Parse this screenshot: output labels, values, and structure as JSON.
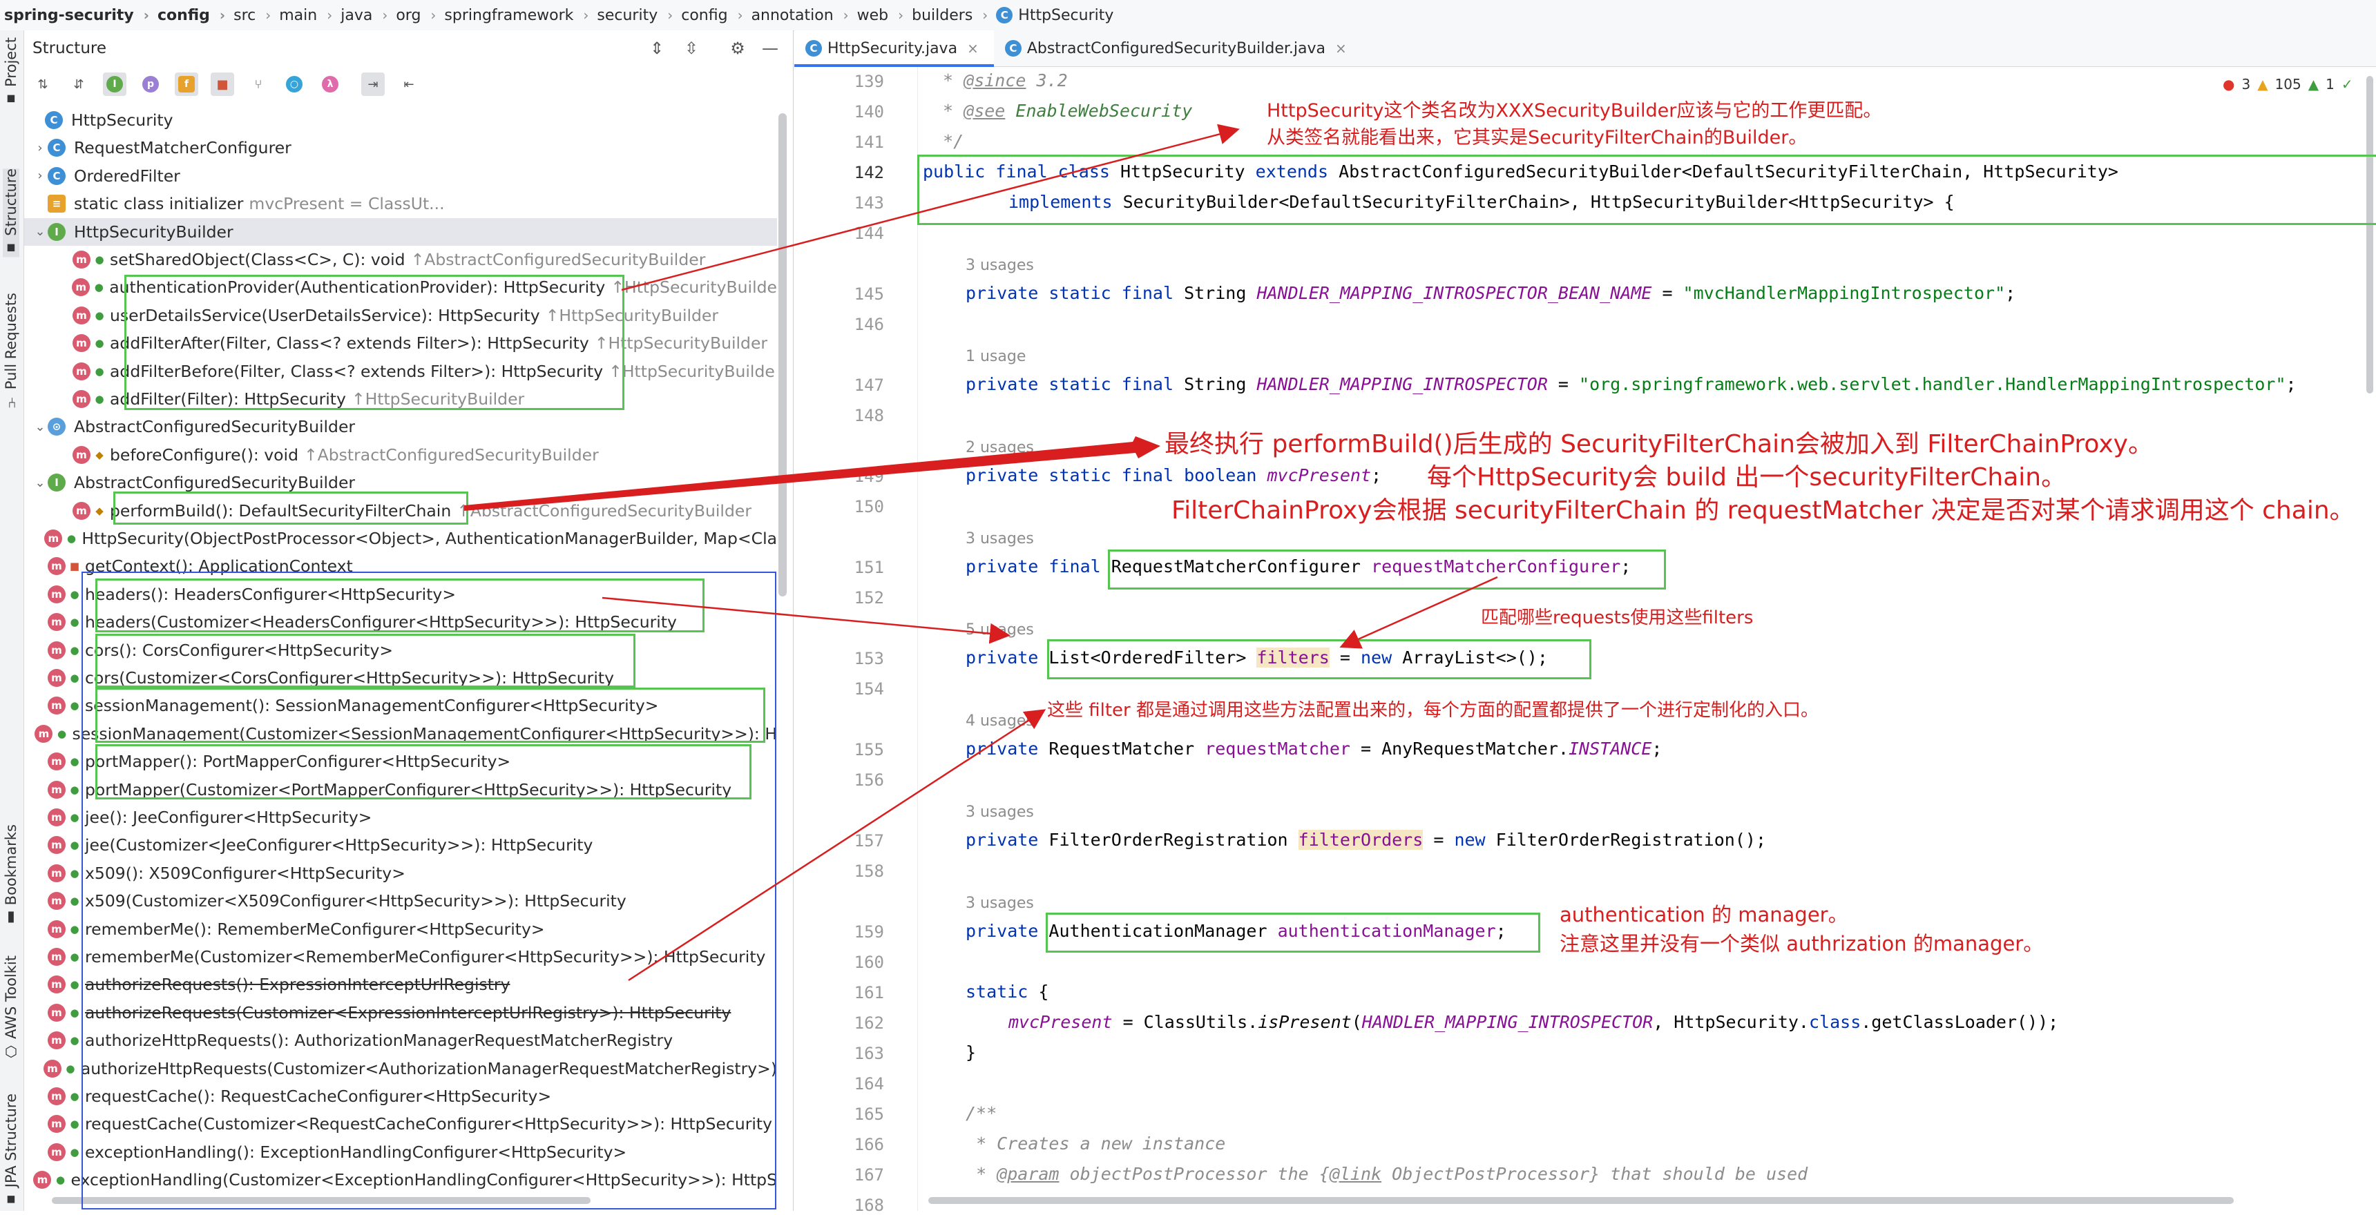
{
  "breadcrumb": [
    "spring-security",
    "config",
    "src",
    "main",
    "java",
    "org",
    "springframework",
    "security",
    "config",
    "annotation",
    "web",
    "builders",
    "HttpSecurity"
  ],
  "tool_windows": {
    "project": "Project",
    "structure": "Structure",
    "pull_requests": "Pull Requests",
    "bookmarks": "Bookmarks",
    "aws_toolkit": "AWS Toolkit",
    "jpa_structure": "JPA Structure"
  },
  "structure": {
    "title": "Structure",
    "toolbar_icons": [
      "sort-alphabetically-icon",
      "sort-by-type-icon",
      "show-fields-icon",
      "show-properties-icon",
      "show-inherited-icon",
      "show-non-public-icon",
      "show-anonymous-icon",
      "show-lambdas-icon",
      "autoscroll-to-source-icon",
      "autoscroll-from-source-icon"
    ],
    "toolbar_letters": {
      "fields": "f",
      "properties": "p",
      "interface": "I",
      "lambda": "λ"
    },
    "tree": [
      {
        "name": "HttpSecurity",
        "kind": "c",
        "level": 0,
        "chev": ""
      },
      {
        "name": "RequestMatcherConfigurer",
        "kind": "c",
        "level": 1,
        "chev": "›"
      },
      {
        "name": "OrderedFilter",
        "kind": "c",
        "level": 1,
        "chev": "›"
      },
      {
        "name": "static class initializer",
        "ret": "",
        "inh": "mvcPresent = ClassUt...",
        "kind": "init",
        "level": 1,
        "chev": ""
      },
      {
        "name": "HttpSecurityBuilder",
        "kind": "i",
        "level": 1,
        "chev": "⌄",
        "selected": true
      },
      {
        "name": "setSharedObject(Class<C>, C): void",
        "inh": "↑AbstractConfiguredSecurityBuilder",
        "kind": "m",
        "level": 2,
        "lock": "g"
      },
      {
        "name": "authenticationProvider(AuthenticationProvider): HttpSecurity",
        "inh": "↑HttpSecurityBuilde",
        "kind": "m",
        "level": 2,
        "lock": "g"
      },
      {
        "name": "userDetailsService(UserDetailsService): HttpSecurity",
        "inh": "↑HttpSecurityBuilder",
        "kind": "m",
        "level": 2,
        "lock": "g"
      },
      {
        "name": "addFilterAfter(Filter, Class<? extends Filter>): HttpSecurity",
        "inh": "↑HttpSecurityBuilder",
        "kind": "m",
        "level": 2,
        "lock": "g"
      },
      {
        "name": "addFilterBefore(Filter, Class<? extends Filter>): HttpSecurity",
        "inh": "↑HttpSecurityBuilde",
        "kind": "m",
        "level": 2,
        "lock": "g"
      },
      {
        "name": "addFilter(Filter): HttpSecurity",
        "inh": "↑HttpSecurityBuilder",
        "kind": "m",
        "level": 2,
        "lock": "g"
      },
      {
        "name": "AbstractConfiguredSecurityBuilder",
        "kind": "ab",
        "level": 1,
        "chev": "⌄"
      },
      {
        "name": "beforeConfigure(): void",
        "inh": "↑AbstractConfiguredSecurityBuilder",
        "kind": "m",
        "level": 2,
        "lock": "o"
      },
      {
        "name": "AbstractConfiguredSecurityBuilder",
        "kind": "i",
        "level": 1,
        "chev": "⌄"
      },
      {
        "name": "performBuild(): DefaultSecurityFilterChain",
        "inh": "↑AbstractConfiguredSecurityBuilder",
        "kind": "m",
        "level": 2,
        "lock": "o"
      },
      {
        "name": "HttpSecurity(ObjectPostProcessor<Object>, AuthenticationManagerBuilder, Map<Cla",
        "kind": "m",
        "level": 1,
        "lock": "g"
      },
      {
        "name": "getContext(): ApplicationContext",
        "kind": "m",
        "level": 1,
        "lock": "r"
      },
      {
        "name": "headers(): HeadersConfigurer<HttpSecurity>",
        "kind": "m",
        "level": 1,
        "lock": "g"
      },
      {
        "name": "headers(Customizer<HeadersConfigurer<HttpSecurity>>): HttpSecurity",
        "kind": "m",
        "level": 1,
        "lock": "g"
      },
      {
        "name": "cors(): CorsConfigurer<HttpSecurity>",
        "kind": "m",
        "level": 1,
        "lock": "g"
      },
      {
        "name": "cors(Customizer<CorsConfigurer<HttpSecurity>>): HttpSecurity",
        "kind": "m",
        "level": 1,
        "lock": "g"
      },
      {
        "name": "sessionManagement(): SessionManagementConfigurer<HttpSecurity>",
        "kind": "m",
        "level": 1,
        "lock": "g"
      },
      {
        "name": "sessionManagement(Customizer<SessionManagementConfigurer<HttpSecurity>>): H",
        "kind": "m",
        "level": 1,
        "lock": "g"
      },
      {
        "name": "portMapper(): PortMapperConfigurer<HttpSecurity>",
        "kind": "m",
        "level": 1,
        "lock": "g"
      },
      {
        "name": "portMapper(Customizer<PortMapperConfigurer<HttpSecurity>>): HttpSecurity",
        "kind": "m",
        "level": 1,
        "lock": "g"
      },
      {
        "name": "jee(): JeeConfigurer<HttpSecurity>",
        "kind": "m",
        "level": 1,
        "lock": "g"
      },
      {
        "name": "jee(Customizer<JeeConfigurer<HttpSecurity>>): HttpSecurity",
        "kind": "m",
        "level": 1,
        "lock": "g"
      },
      {
        "name": "x509(): X509Configurer<HttpSecurity>",
        "kind": "m",
        "level": 1,
        "lock": "g"
      },
      {
        "name": "x509(Customizer<X509Configurer<HttpSecurity>>): HttpSecurity",
        "kind": "m",
        "level": 1,
        "lock": "g"
      },
      {
        "name": "rememberMe(): RememberMeConfigurer<HttpSecurity>",
        "kind": "m",
        "level": 1,
        "lock": "g"
      },
      {
        "name": "rememberMe(Customizer<RememberMeConfigurer<HttpSecurity>>): HttpSecurity",
        "kind": "m",
        "level": 1,
        "lock": "g"
      },
      {
        "name": "authorizeRequests(): ExpressionInterceptUrlRegistry",
        "kind": "m",
        "level": 1,
        "lock": "g",
        "strike": true
      },
      {
        "name": "authorizeRequests(Customizer<ExpressionInterceptUrlRegistry>): HttpSecurity",
        "kind": "m",
        "level": 1,
        "lock": "g",
        "strike": true
      },
      {
        "name": "authorizeHttpRequests(): AuthorizationManagerRequestMatcherRegistry",
        "kind": "m",
        "level": 1,
        "lock": "g"
      },
      {
        "name": "authorizeHttpRequests(Customizer<AuthorizationManagerRequestMatcherRegistry>)",
        "kind": "m",
        "level": 1,
        "lock": "g"
      },
      {
        "name": "requestCache(): RequestCacheConfigurer<HttpSecurity>",
        "kind": "m",
        "level": 1,
        "lock": "g"
      },
      {
        "name": "requestCache(Customizer<RequestCacheConfigurer<HttpSecurity>>): HttpSecurity",
        "kind": "m",
        "level": 1,
        "lock": "g"
      },
      {
        "name": "exceptionHandling(): ExceptionHandlingConfigurer<HttpSecurity>",
        "kind": "m",
        "level": 1,
        "lock": "g"
      },
      {
        "name": "exceptionHandling(Customizer<ExceptionHandlingConfigurer<HttpSecurity>>): HttpS",
        "kind": "m",
        "level": 1,
        "lock": "g"
      }
    ]
  },
  "editor": {
    "tabs": [
      {
        "label": "HttpSecurity.java",
        "active": true
      },
      {
        "label": "AbstractConfiguredSecurityBuilder.java",
        "active": false
      }
    ],
    "inspections": {
      "errors": "3",
      "warnings": "105",
      "ok": "1"
    },
    "usages": {
      "u3": "3 usages",
      "u1": "1 usage",
      "u2": "2 usages",
      "u5": "5 usages",
      "u4": "4 usages"
    },
    "line_numbers": [
      "139",
      "140",
      "141",
      "142",
      "143",
      "144",
      "145",
      "146",
      "147",
      "148",
      "149",
      "150",
      "151",
      "152",
      "153",
      "154",
      "155",
      "156",
      "157",
      "158",
      "159",
      "160",
      "161",
      "162",
      "163",
      "164",
      "165",
      "166",
      "167",
      "168"
    ],
    "code": {
      "l139_tag": "@since",
      "l139_rest": " 3.2",
      "l140_tag": "@see",
      "l140_ref": " EnableWebSecurity",
      "l141": "*/",
      "l142_a": "public final class ",
      "l142_b": "HttpSecurity",
      "l142_c": " extends ",
      "l142_d": "AbstractConfiguredSecurityBuilder<DefaultSecurityFilterChain, HttpSecurity>",
      "l143_a": "implements ",
      "l143_b": "SecurityBuilder<DefaultSecurityFilterChain>, HttpSecurityBuilder<HttpSecurity> {",
      "l145_a": "private static final ",
      "l145_b": "String ",
      "l145_c": "HANDLER_MAPPING_INTROSPECTOR_BEAN_NAME",
      "l145_d": " = ",
      "l145_e": "\"mvcHandlerMappingIntrospector\"",
      "l145_f": ";",
      "l147_a": "private static final ",
      "l147_b": "String ",
      "l147_c": "HANDLER_MAPPING_INTROSPECTOR",
      "l147_d": " = ",
      "l147_e": "\"org.springframework.web.servlet.handler.HandlerMappingIntrospector\"",
      "l147_f": ";",
      "l149_a": "private static final boolean ",
      "l149_b": "mvcPresent",
      "l149_c": ";",
      "l151_a": "private final ",
      "l151_b": "RequestMatcherConfigurer ",
      "l151_c": "requestMatcherConfigurer",
      "l151_d": ";",
      "l153_a": "private ",
      "l153_b": "List<OrderedFilter> ",
      "l153_c": "filters",
      "l153_d": " = ",
      "l153_e": "new ",
      "l153_f": "ArrayList<>();",
      "l155_a": "private ",
      "l155_b": "RequestMatcher ",
      "l155_c": "requestMatcher",
      "l155_d": " = AnyRequestMatcher.",
      "l155_e": "INSTANCE",
      "l155_f": ";",
      "l157_a": "private ",
      "l157_b": "FilterOrderRegistration ",
      "l157_c": "filterOrders",
      "l157_d": " = ",
      "l157_e": "new ",
      "l157_f": "FilterOrderRegistration();",
      "l159_a": "private ",
      "l159_b": "AuthenticationManager ",
      "l159_c": "authenticationManager",
      "l159_d": ";",
      "l161_a": "static ",
      "l161_b": "{",
      "l162_a": "mvcPresent",
      "l162_b": " = ClassUtils.",
      "l162_c": "isPresent",
      "l162_d": "(",
      "l162_e": "HANDLER_MAPPING_INTROSPECTOR",
      "l162_f": ", HttpSecurity.",
      "l162_g": "class",
      "l162_h": ".getClassLoader());",
      "l163": "}",
      "l165": "/**",
      "l166": "* Creates a new instance",
      "l167_a": "* ",
      "l167_tag": "@param",
      "l167_b": " objectPostProcessor the {",
      "l167_link": "@link",
      "l167_c": " ObjectPostProcessor} that should be used"
    }
  },
  "annotations": {
    "a1_line1": "HttpSecurity这个类名改为XXXSecurityBuilder应该与它的工作更匹配。",
    "a1_line2": "从类签名就能看出来，它其实是SecurityFilterChain的Builder。",
    "a2_line1": "最终执行 performBuild()后生成的 SecurityFilterChain会被加入到 FilterChainProxy。",
    "a2_line2": "每个HttpSecurity会 build 出一个securityFilterChain。",
    "a2_line3": "FilterChainProxy会根据 securityFilterChain 的 requestMatcher 决定是否对某个请求调用这个 chain。",
    "a3": "匹配哪些requests使用这些filters",
    "a4": "这些 filter 都是通过调用这些方法配置出来的，每个方面的配置都提供了一个进行定制化的入口。",
    "a5_line1": "authentication 的 manager。",
    "a5_line2": "注意这里并没有一个类似 authrization 的manager。"
  },
  "colors": {
    "keyword": "#0033b3",
    "field": "#871094",
    "string": "#067d17",
    "comment": "#8c8c8c",
    "annotation_red": "#d81e1e",
    "box_green": "#55c451",
    "box_blue": "#3457d5"
  }
}
